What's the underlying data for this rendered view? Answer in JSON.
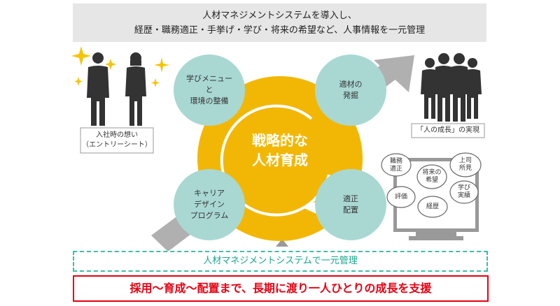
{
  "header": {
    "line1": "人材マネジメントシステムを導入し、",
    "line2": "経歴・職務適正・手挙げ・学び・将来の希望など、人事情報を一元管理"
  },
  "center": {
    "line1": "戦略的な",
    "line2": "人材育成"
  },
  "circles": {
    "learning": {
      "line1": "学びメニュー",
      "line2": "と",
      "line3": "環境の整備"
    },
    "talent": {
      "line1": "適材の",
      "line2": "発掘"
    },
    "career": {
      "line1": "キャリア",
      "line2": "デザイン",
      "line3": "プログラム"
    },
    "placement": {
      "line1": "適正",
      "line2": "配置"
    }
  },
  "left_caption": {
    "line1": "入社時の想い",
    "line2": "（エントリーシート）"
  },
  "right_caption": "「人の成長」の実現",
  "bubbles": {
    "shokumu": {
      "line1": "職務",
      "line2": "適正"
    },
    "shorai": {
      "line1": "将来の",
      "line2": "希望"
    },
    "joshi": {
      "line1": "上司",
      "line2": "所見"
    },
    "hyoka": "評価",
    "keireki": "経歴",
    "manabi": {
      "line1": "学び",
      "line2": "実績"
    }
  },
  "dashed_label": "人材マネジメントシステムで一元管理",
  "red_label": "採用〜育成〜配置まで、長期に渡り一人ひとりの成長を支援",
  "colors": {
    "teal": "#a9d8d3",
    "yellow": "#f2b705",
    "gray": "#b0b0b0",
    "dark": "#333333",
    "red": "#e60012",
    "dashed": "#3cbfa8",
    "sparkle": "#f5c400"
  }
}
